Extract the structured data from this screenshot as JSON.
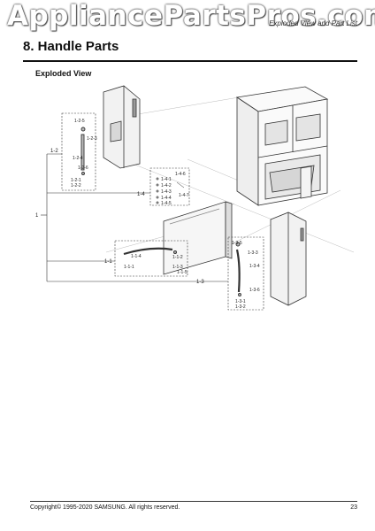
{
  "watermark": "AppliancePartsPros.com",
  "header": {
    "section_title": "8. Handle Parts",
    "topright_text": "Exploded View and Part List"
  },
  "subtitle": "Exploded View",
  "callouts": {
    "main": "1",
    "c1_1": "1-1",
    "c1_1_1": "1-1-1",
    "c1_1_2": "1-1-2",
    "c1_1_3": "1-1-3",
    "c1_1_4": "1-1-4",
    "c1_1_5": "1-1-5",
    "c1_2": "1-2",
    "c1_2_1": "1-2-1",
    "c1_2_2": "1-2-2",
    "c1_2_3": "1-2-3",
    "c1_2_4": "1-2-4",
    "c1_2_5": "1-2-5",
    "c1_2_6": "1-2-6",
    "c1_3": "1-3",
    "c1_3_1": "1-3-1",
    "c1_3_2": "1-3-2",
    "c1_3_3": "1-3-3",
    "c1_3_4": "1-3-4",
    "c1_3_5": "1-3-5",
    "c1_3_6": "1-3-6",
    "c1_4": "1-4",
    "c1_4_1": "1-4-1",
    "c1_4_2": "1-4-2",
    "c1_4_3": "1-4-3",
    "c1_4_4": "1-4-4",
    "c1_4_5": "1-4-5",
    "c1_4_6": "1-4-6",
    "c1_4_7": "1-4-7"
  },
  "footer": {
    "copyright": "Copyright© 1995-2020 SAMSUNG. All rights reserved.",
    "page": "23"
  }
}
